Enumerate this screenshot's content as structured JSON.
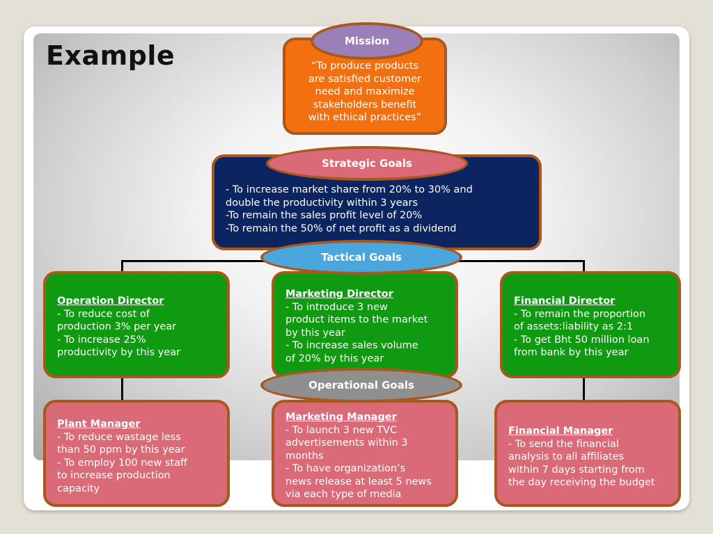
{
  "slide": {
    "title": "Example"
  },
  "mission": {
    "label": "Mission",
    "lines": [
      "“To produce products",
      "are satisfied customer",
      "need and maximize",
      "stakeholders benefit",
      "with ethical practices”"
    ]
  },
  "strategic": {
    "label": "Strategic Goals",
    "lines": [
      "- To increase market share from 20% to 30% and",
      "double the productivity within 3 years",
      "-To remain the sales profit level of 20%",
      "-To remain the 50% of  net profit as a dividend"
    ]
  },
  "tactical": {
    "label": "Tactical Goals",
    "boxes": [
      {
        "heading": "Operation Director",
        "lines": [
          "- To reduce cost of",
          "production 3% per year",
          "- To increase 25%",
          "productivity by this year"
        ]
      },
      {
        "heading": "Marketing Director",
        "lines": [
          "- To introduce 3 new",
          "product items to the market",
          "by this year",
          "- To increase sales volume",
          "of 20% by this year"
        ]
      },
      {
        "heading": "Financial Director",
        "lines": [
          "- To remain the proportion",
          "of assets:liability as 2:1",
          "- To get Bht 50 million loan",
          "from bank by this year"
        ]
      }
    ]
  },
  "operational": {
    "label": "Operational Goals",
    "boxes": [
      {
        "heading": "Plant Manager",
        "lines": [
          "- To reduce wastage less",
          "than 50 ppm by this year",
          "- To employ 100 new staff",
          "to increase production",
          "capacity"
        ]
      },
      {
        "heading": "Marketing Manager",
        "lines": [
          "- To launch 3 new TVC",
          "advertisements within 3",
          "months",
          "- To have organization’s",
          "news release at least 5 news",
          "via each type of media"
        ]
      },
      {
        "heading": "Financial Manager",
        "lines": [
          "- To send the financial",
          "analysis to all affiliates",
          "within 7 days starting from",
          "the day receiving the budget"
        ]
      }
    ]
  },
  "colors": {
    "mission_box": "#f2700f",
    "mission_pill": "#9b7fb8",
    "strategic_box": "#0c2561",
    "strategic_pill": "#da6a78",
    "tactical_pill": "#4aa6dc",
    "tactical_box": "#0f9a12",
    "operational_pill": "#8f8f8f",
    "operational_box": "#da6a78",
    "border": "#a8581c"
  }
}
